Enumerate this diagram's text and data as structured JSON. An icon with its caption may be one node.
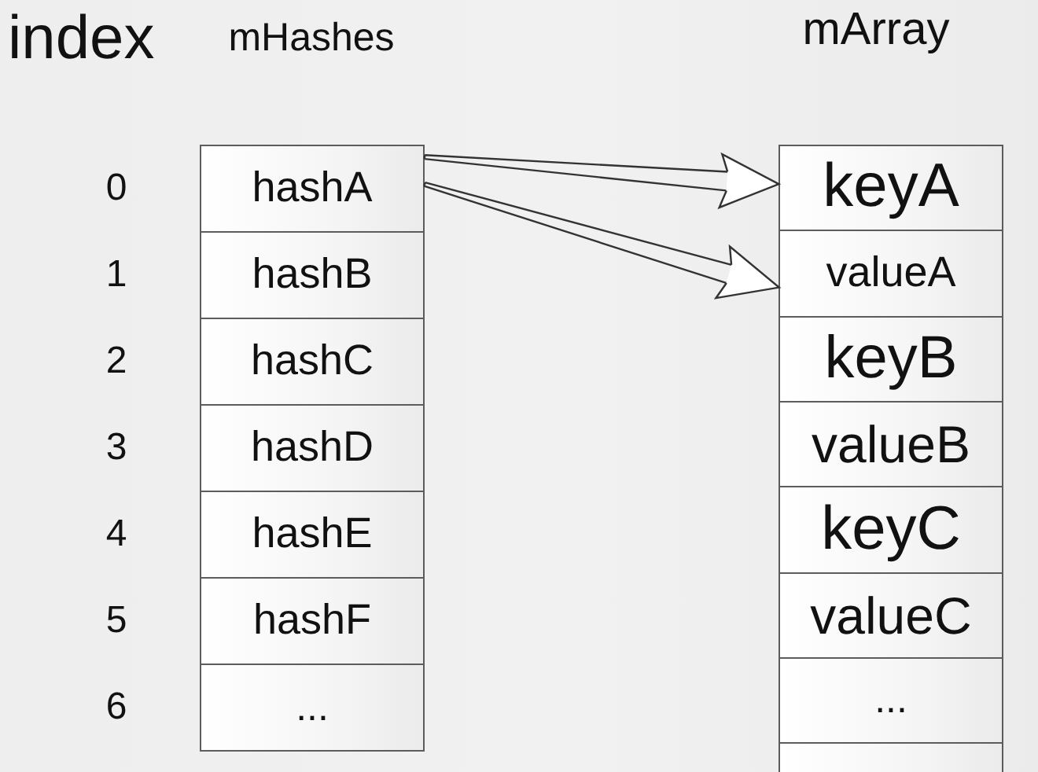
{
  "diagram": {
    "nodes": [
      {
        "text": [
          "hashA"
        ]
      },
      {
        "text": [
          "hashB"
        ]
      },
      {
        "text": [
          "hashC"
        ]
      },
      {
        "text": [
          "hashD"
        ]
      },
      {
        "text": [
          "hashE"
        ]
      },
      {
        "text": [
          "hashF"
        ]
      },
      {
        "text": [
          "..."
        ]
      },
      {
        "text": [
          "keyA"
        ]
      },
      {
        "text": [
          "valueA"
        ]
      },
      {
        "text": [
          "keyB"
        ]
      },
      {
        "text": [
          "valueB"
        ]
      },
      {
        "text": [
          "keyC"
        ]
      },
      {
        "text": [
          "valueC"
        ]
      },
      {
        "text": [
          "..."
        ]
      },
      {
        "text": [],
        "shape": "box"
      }
    ],
    "edges": [
      {
        "from": 0,
        "to": 7,
        "arrow": "to"
      },
      {
        "from": 0,
        "to": 8,
        "arrow": "to"
      }
    ],
    "labels": [
      "index",
      "mHashes",
      "mArray",
      "0",
      "1",
      "2",
      "3",
      "4",
      "5",
      "6"
    ]
  }
}
